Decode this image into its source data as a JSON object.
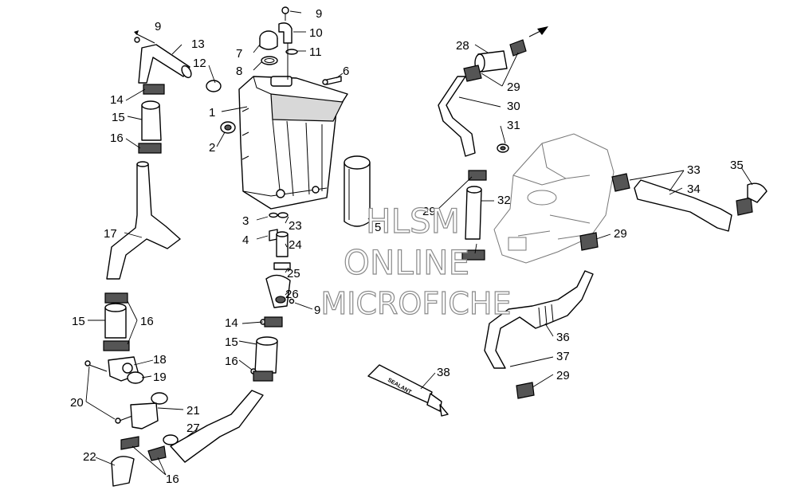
{
  "callouts": [
    {
      "id": "c9a",
      "text": "9"
    },
    {
      "id": "c9b",
      "text": "9"
    },
    {
      "id": "c10",
      "text": "10"
    },
    {
      "id": "c11",
      "text": "11"
    },
    {
      "id": "c7",
      "text": "7"
    },
    {
      "id": "c8",
      "text": "8"
    },
    {
      "id": "c13",
      "text": "13"
    },
    {
      "id": "c12",
      "text": "12"
    },
    {
      "id": "c6",
      "text": "6"
    },
    {
      "id": "c14a",
      "text": "14"
    },
    {
      "id": "c15a",
      "text": "15"
    },
    {
      "id": "c16a",
      "text": "16"
    },
    {
      "id": "c1",
      "text": "1"
    },
    {
      "id": "c2",
      "text": "2"
    },
    {
      "id": "c28",
      "text": "28"
    },
    {
      "id": "c29a",
      "text": "29"
    },
    {
      "id": "c30",
      "text": "30"
    },
    {
      "id": "c31",
      "text": "31"
    },
    {
      "id": "c33",
      "text": "33"
    },
    {
      "id": "c34",
      "text": "34"
    },
    {
      "id": "c35",
      "text": "35"
    },
    {
      "id": "c29b",
      "text": "29"
    },
    {
      "id": "c32",
      "text": "32"
    },
    {
      "id": "c29c",
      "text": "29"
    },
    {
      "id": "c3",
      "text": "3"
    },
    {
      "id": "c23",
      "text": "23"
    },
    {
      "id": "c4",
      "text": "4"
    },
    {
      "id": "c24",
      "text": "24"
    },
    {
      "id": "c5",
      "text": "5"
    },
    {
      "id": "c17",
      "text": "17"
    },
    {
      "id": "c25",
      "text": "25"
    },
    {
      "id": "c26",
      "text": "26"
    },
    {
      "id": "c9c",
      "text": "9"
    },
    {
      "id": "c14b",
      "text": "14"
    },
    {
      "id": "c15b",
      "text": "15"
    },
    {
      "id": "c16b",
      "text": "16"
    },
    {
      "id": "c15c",
      "text": "15"
    },
    {
      "id": "c16c",
      "text": "16"
    },
    {
      "id": "c18",
      "text": "18"
    },
    {
      "id": "c19",
      "text": "19"
    },
    {
      "id": "c20",
      "text": "20"
    },
    {
      "id": "c21",
      "text": "21"
    },
    {
      "id": "c27",
      "text": "27"
    },
    {
      "id": "c22",
      "text": "22"
    },
    {
      "id": "c16d",
      "text": "16"
    },
    {
      "id": "c36",
      "text": "36"
    },
    {
      "id": "c37",
      "text": "37"
    },
    {
      "id": "c29d",
      "text": "29"
    },
    {
      "id": "c38",
      "text": "38"
    }
  ],
  "tube_label": "SEALANT",
  "watermark": {
    "line1": "HLSM",
    "line2": "ONLINE",
    "line3": "MICROFICHE"
  }
}
